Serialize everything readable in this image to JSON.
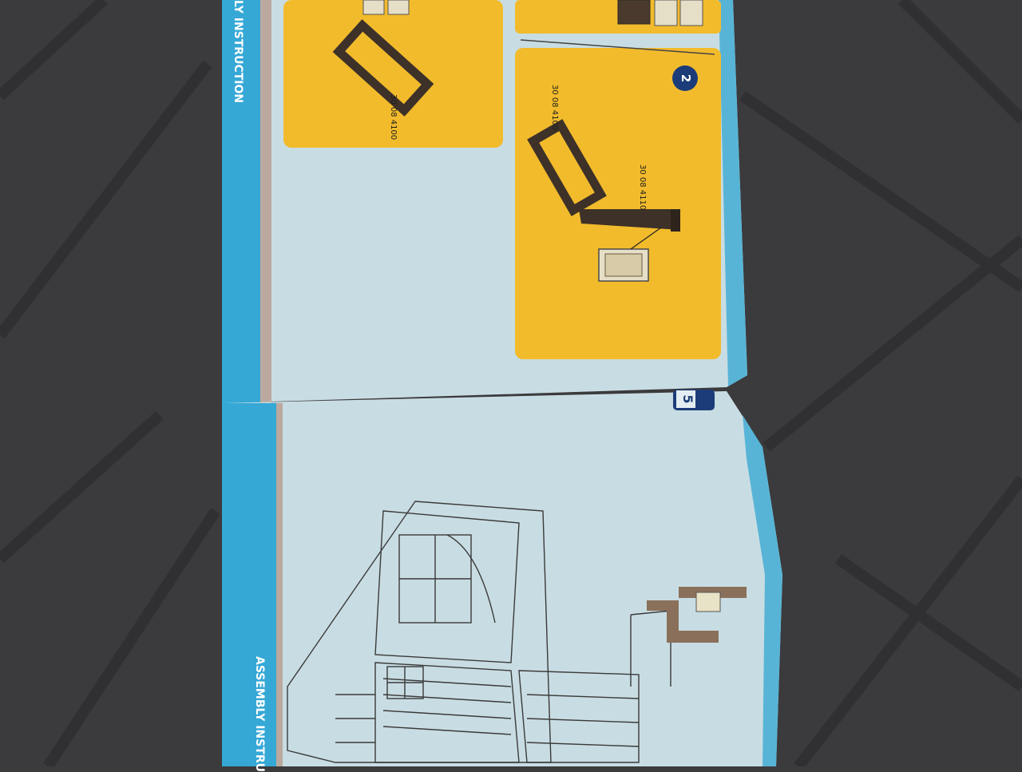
{
  "booklet": {
    "top_page": {
      "header_text": "LY INSTRUCTION",
      "step_number": "2",
      "part_number_left": "30 08 4100",
      "part_number_step_a": "30 08 4100",
      "part_number_step_b": "30 08 4110"
    },
    "bottom_page": {
      "page_number": "5",
      "header_text": "ASSEMBLY INSTRU"
    }
  },
  "colors": {
    "background": "#3b3a3c",
    "page": "#c7dde3",
    "stripe": "#35a8d6",
    "panel": "#f2bb2c",
    "badge": "#1b3c78",
    "part": "#4a3a2e"
  }
}
